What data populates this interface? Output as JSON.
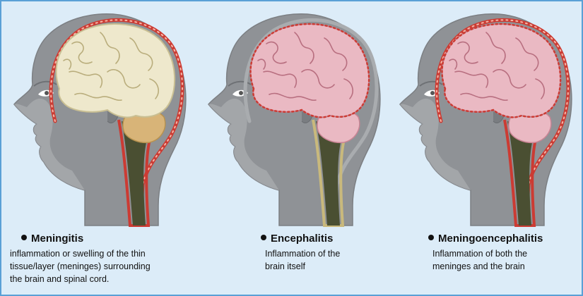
{
  "colors": {
    "background": "#dcecf8",
    "border": "#5aa0d6",
    "skin": "#8f9296",
    "skin_light": "#b4b6b9",
    "inflamed": "#cc3b33",
    "brain_normal": "#eee8cc",
    "brain_inflamed": "#eab9c3",
    "cerebellum_normal": "#d8b478",
    "spinal_cord": "#4a4f32"
  },
  "panels": [
    {
      "id": "meningitis",
      "title": "Meningitis",
      "description_lines": [
        "inflammation or swelling of the thin",
        "tissue/layer (meninges) surrounding",
        "the brain and spinal cord."
      ],
      "meninges_inflamed": true,
      "brain_inflamed": false
    },
    {
      "id": "encephalitis",
      "title": "Encephalitis",
      "description_lines": [
        "Inflammation of the",
        "brain itself"
      ],
      "meninges_inflamed": false,
      "brain_inflamed": true
    },
    {
      "id": "meningoencephalitis",
      "title": "Meningoencephalitis",
      "description_lines": [
        "Inflammation of both the",
        "meninges and the brain"
      ],
      "meninges_inflamed": true,
      "brain_inflamed": true
    }
  ]
}
